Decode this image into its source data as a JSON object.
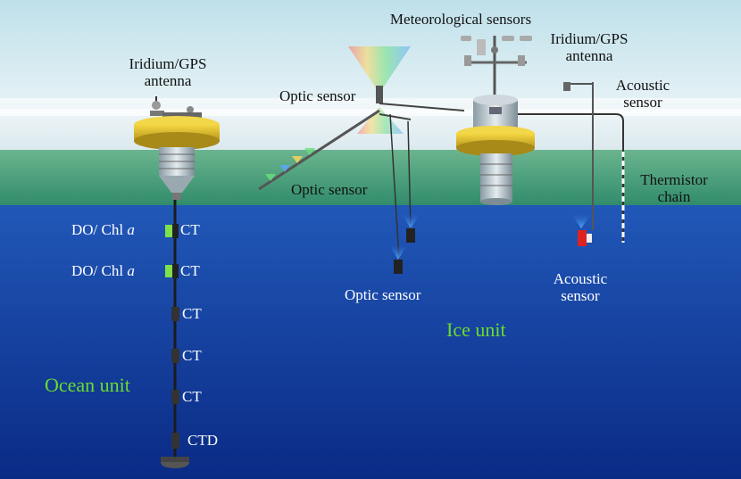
{
  "labels": {
    "meteorological": "Meteorological sensors",
    "iridium_gps_left": [
      "Iridium/GPS",
      "antenna"
    ],
    "iridium_gps_right": [
      "Iridium/GPS",
      "antenna"
    ],
    "acoustic_top": [
      "Acoustic",
      "sensor"
    ],
    "optic_top": "Optic sensor",
    "optic_mid": "Optic sensor",
    "thermistor": [
      "Thermistor",
      "chain"
    ],
    "optic_bottom": "Optic sensor",
    "acoustic_bottom": [
      "Acoustic",
      "sensor"
    ],
    "ice_unit": "Ice unit",
    "ocean_unit": "Ocean unit"
  },
  "ocean_sensors": [
    {
      "prefix": "DO/ Chl ",
      "italic": "a",
      "label": "CT"
    },
    {
      "prefix": "DO/ Chl ",
      "italic": "a",
      "label": "CT"
    },
    {
      "label": "CT"
    },
    {
      "label": "CT"
    },
    {
      "label": "CT"
    },
    {
      "label": "CTD"
    }
  ],
  "colors": {
    "sky": "#d4eaf0",
    "ice": "#e9f2f5",
    "under_ice_green": "#3f9a6e",
    "ocean_top": "#1f52b0",
    "ocean_bottom": "#0a2a85",
    "buoy_yellow": "#e7c42a",
    "label_green": "#6bdc2c"
  }
}
